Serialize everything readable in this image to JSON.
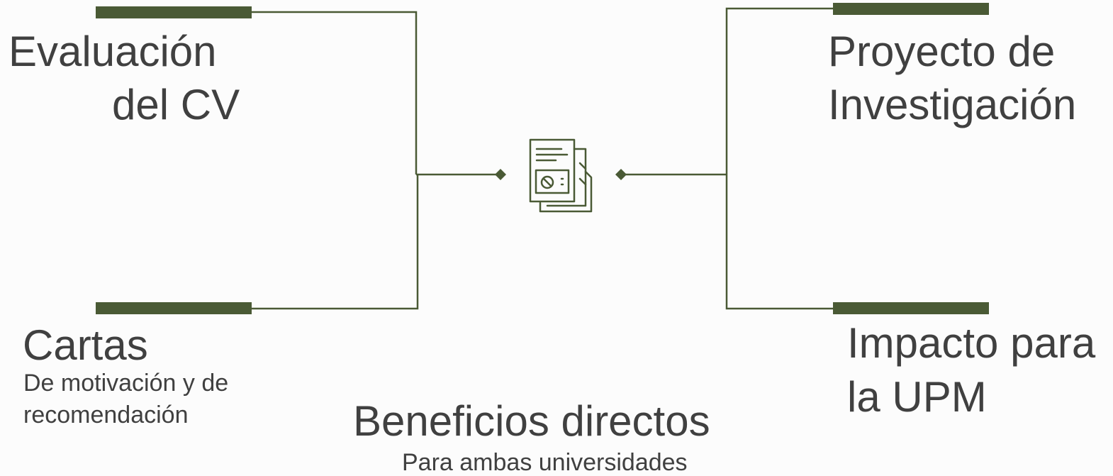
{
  "diagram": {
    "top_left": {
      "title_line1": "Evaluación",
      "title_line2": "del CV"
    },
    "bottom_left": {
      "title": "Cartas",
      "subtitle_line1": "De motivación y de",
      "subtitle_line2": "recomendación"
    },
    "top_right": {
      "title_line1": "Proyecto de",
      "title_line2": "Investigación"
    },
    "bottom_right": {
      "title_line1": "Impacto para",
      "title_line2": "la UPM"
    },
    "center": {
      "title": "Beneficios directos",
      "subtitle": "Para ambas universidades",
      "icon": "document-checklist-icon"
    }
  },
  "colors": {
    "accent": "#4a5a35",
    "text": "#404040",
    "background": "#fcfcfc"
  }
}
